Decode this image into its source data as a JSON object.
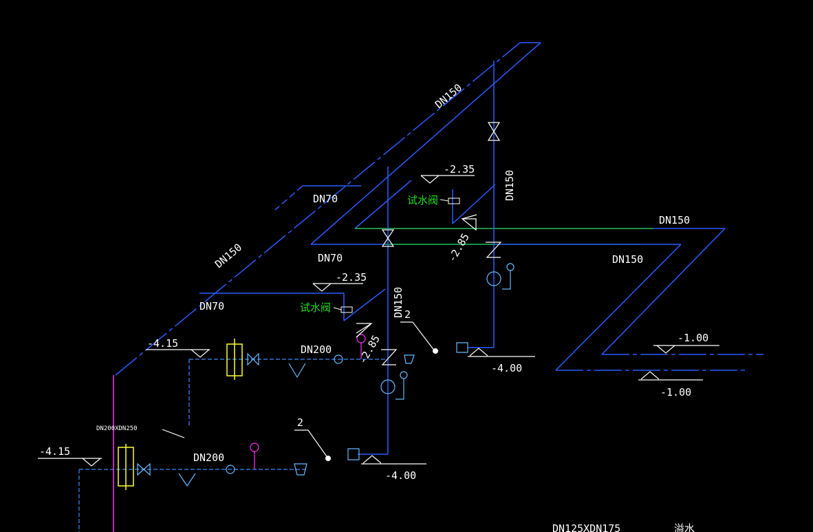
{
  "colors": {
    "background": "#000000",
    "pipe": "#2b5cff",
    "pipe_light": "#3a8cff",
    "text": "#ffffff",
    "test_valve_label": "#22dd22",
    "green_line": "#22cc22",
    "magenta": "#ff33ff",
    "yellow": "#ffff33",
    "cyan_valve": "#66bbff"
  },
  "labels": {
    "dn150_top": "DN150",
    "dn70_upper": "DN70",
    "dn150_diag": "DN150",
    "dn70_mid": "DN70",
    "dn70_lower": "DN70",
    "dn150_vert_right": "DN150",
    "dn150_vert_mid": "DN150",
    "dn150_right_upper": "DN150",
    "dn150_right_lower": "DN150",
    "dn200_upper": "DN200",
    "dn200_lower": "DN200",
    "reducer": "DN200XDN250",
    "bottom_text": "DN125XDN175",
    "bottom_right": "溢水",
    "test_valve_1": "试水阀",
    "test_valve_2": "试水阀"
  },
  "elevations": {
    "e1": "-2.35",
    "e2": "-2.35",
    "e3": "-2.85",
    "e4": "-2.85",
    "e5": "-4.15",
    "e6": "-4.15",
    "e7": "-4.00",
    "e8": "-4.00",
    "e9": "-1.00",
    "e10": "-1.00"
  },
  "callouts": {
    "c1": "2",
    "c2": "2"
  }
}
